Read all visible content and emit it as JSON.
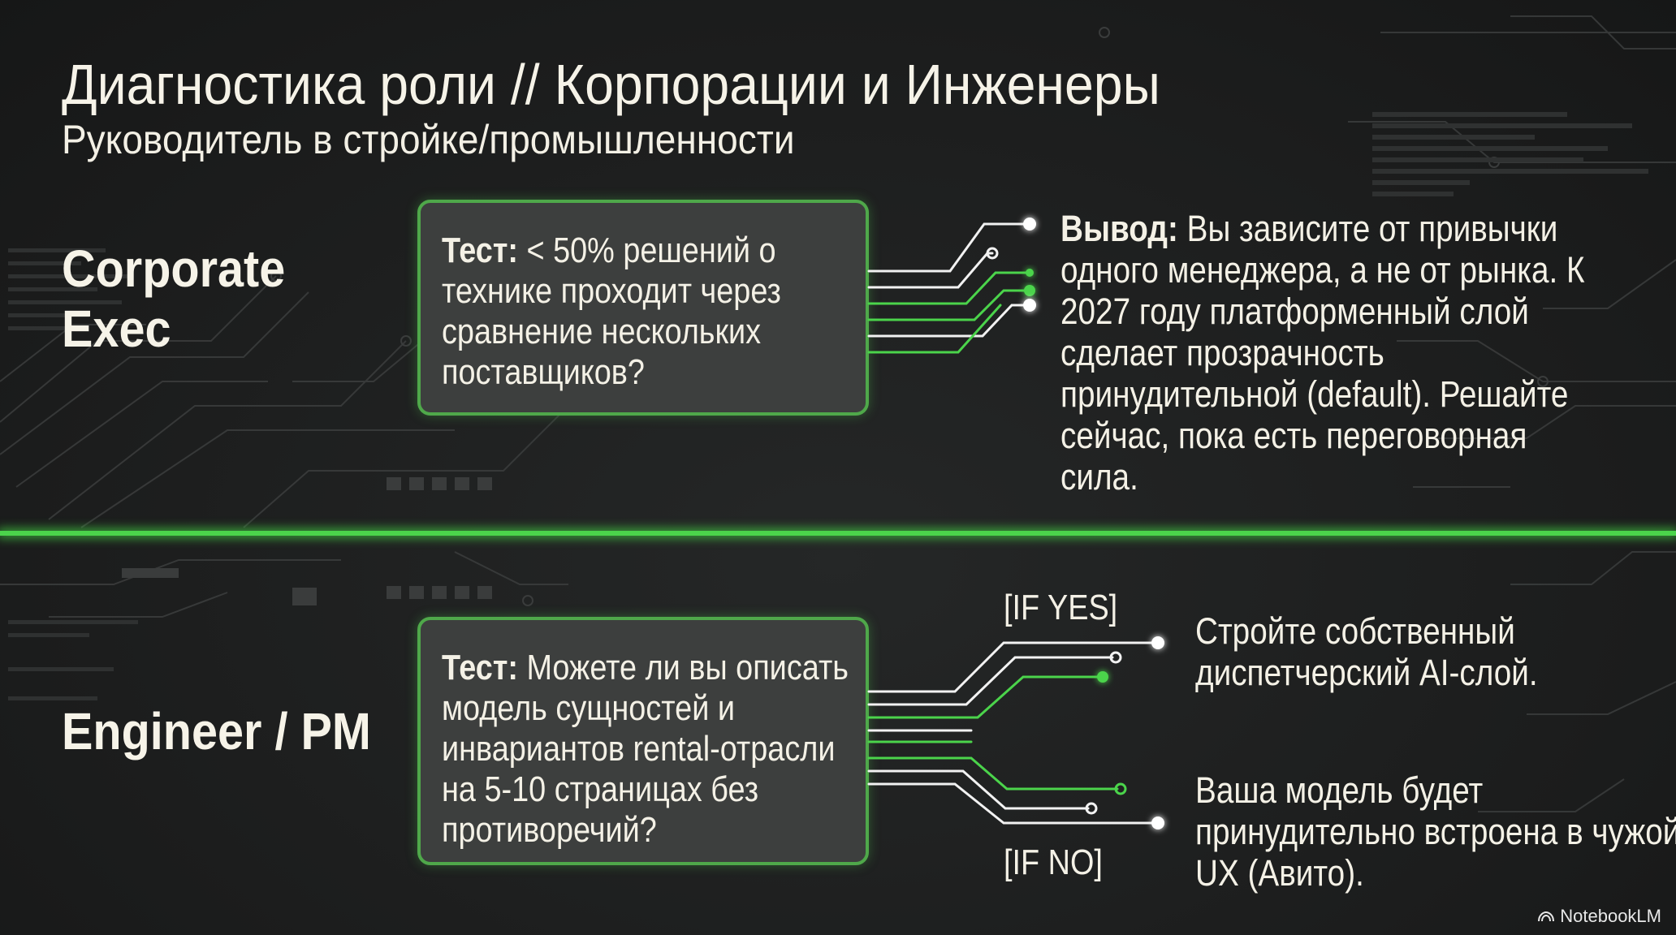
{
  "header": {
    "title": "Диагностика роли // Корпорации и Инженеры",
    "subtitle": "Руководитель в стройке/промышленности"
  },
  "sections": [
    {
      "role": "Corporate Exec",
      "test_label": "Тест:",
      "test_text": "< 50% решений о технике проходит через сравнение нескольких поставщиков?",
      "conclusion_label": "Вывод:",
      "conclusion_text": "Вы зависите от привычки одного менеджера, а не от рынка. К 2027 году платформенный слой сделает прозрачность принудительной (default). Решайте сейчас, пока есть переговорная сила."
    },
    {
      "role": "Engineer / PM",
      "test_label": "Тест:",
      "test_text": "Можете ли вы описать модель сущностей и инвариантов rental-отрасли на 5-10 страницах без противоречий?",
      "branches": [
        {
          "label": "[IF YES]",
          "outcome": "Стройте собственный диспетчерский AI-слой."
        },
        {
          "label": "[IF NO]",
          "outcome": "Ваша модель будет принудительно встроена в чужой UX (Авито)."
        }
      ]
    }
  ],
  "brand": {
    "name": "NotebookLM",
    "icon": "notebooklm-icon"
  },
  "colors": {
    "accent_green": "#4bd44b",
    "box_border": "#4fa84a",
    "box_fill": "#3d3f3e",
    "background": "#1c1d1d",
    "text": "#f4f1e6",
    "circuit_line": "#f2f2f2"
  }
}
